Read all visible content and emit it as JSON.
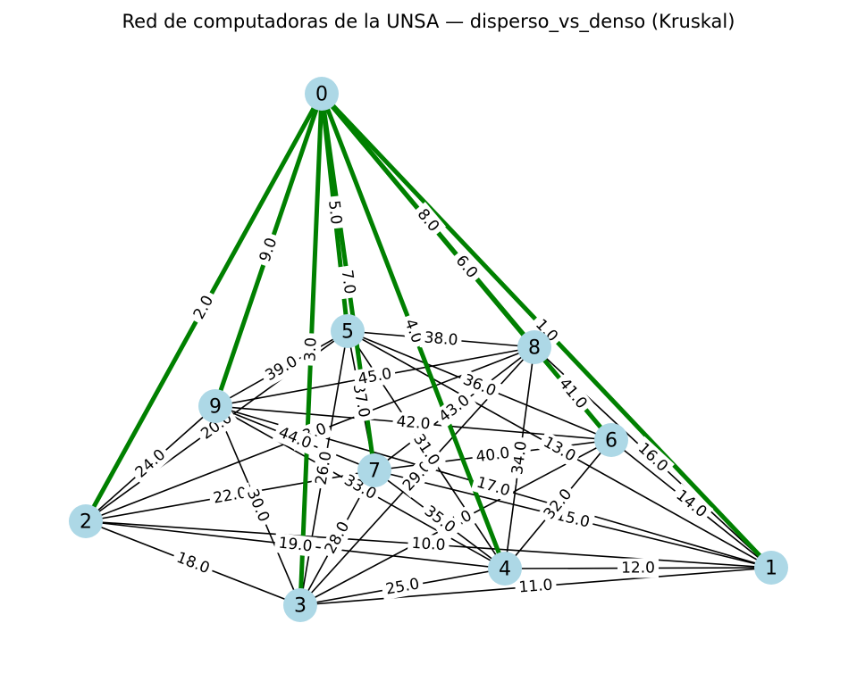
{
  "title": "Red de computadoras de la UNSA — disperso_vs_denso (Kruskal)",
  "colors": {
    "node_fill": "#add8e6",
    "edge": "#000000",
    "mst_edge": "#008000",
    "label_bg": "#ffffff"
  },
  "nodes": [
    {
      "id": "0"
    },
    {
      "id": "1"
    },
    {
      "id": "2"
    },
    {
      "id": "3"
    },
    {
      "id": "4"
    },
    {
      "id": "5"
    },
    {
      "id": "6"
    },
    {
      "id": "7"
    },
    {
      "id": "8"
    },
    {
      "id": "9"
    }
  ],
  "edges": [
    {
      "a": "0",
      "b": "1",
      "label": "1.0",
      "mst": true
    },
    {
      "a": "0",
      "b": "2",
      "label": "2.0",
      "mst": true
    },
    {
      "a": "0",
      "b": "3",
      "label": "3.0",
      "mst": true
    },
    {
      "a": "0",
      "b": "4",
      "label": "4.0",
      "mst": true
    },
    {
      "a": "0",
      "b": "5",
      "label": "5.0",
      "mst": true
    },
    {
      "a": "0",
      "b": "6",
      "label": "6.0",
      "mst": true
    },
    {
      "a": "0",
      "b": "7",
      "label": "7.0",
      "mst": true
    },
    {
      "a": "0",
      "b": "8",
      "label": "8.0",
      "mst": true
    },
    {
      "a": "0",
      "b": "9",
      "label": "9.0",
      "mst": true
    },
    {
      "a": "1",
      "b": "3",
      "label": "11.0",
      "mst": false
    },
    {
      "a": "1",
      "b": "4",
      "label": "12.0",
      "mst": false
    },
    {
      "a": "1",
      "b": "5",
      "label": "13.0",
      "mst": false
    },
    {
      "a": "1",
      "b": "6",
      "label": "14.0",
      "mst": false
    },
    {
      "a": "1",
      "b": "7",
      "label": "15.0",
      "mst": false
    },
    {
      "a": "1",
      "b": "8",
      "label": "16.0",
      "mst": false
    },
    {
      "a": "1",
      "b": "9",
      "label": "17.0",
      "mst": false
    },
    {
      "a": "2",
      "b": "3",
      "label": "18.0",
      "mst": false
    },
    {
      "a": "2",
      "b": "4",
      "label": "19.0",
      "mst": false
    },
    {
      "a": "2",
      "b": "5",
      "label": "20.0",
      "mst": false
    },
    {
      "a": "2",
      "b": "7",
      "label": "22.0",
      "mst": false
    },
    {
      "a": "2",
      "b": "8",
      "label": "23.0",
      "mst": false
    },
    {
      "a": "2",
      "b": "9",
      "label": "24.0",
      "mst": false
    },
    {
      "a": "3",
      "b": "4",
      "label": "25.0",
      "mst": false
    },
    {
      "a": "3",
      "b": "5",
      "label": "26.0",
      "mst": false
    },
    {
      "a": "3",
      "b": "6",
      "label": "27.0",
      "mst": false
    },
    {
      "a": "3",
      "b": "7",
      "label": "28.0",
      "mst": false
    },
    {
      "a": "3",
      "b": "8",
      "label": "29.0",
      "mst": false
    },
    {
      "a": "3",
      "b": "9",
      "label": "30.0",
      "mst": false
    },
    {
      "a": "4",
      "b": "5",
      "label": "31.0",
      "mst": false
    },
    {
      "a": "4",
      "b": "6",
      "label": "32.0",
      "mst": false
    },
    {
      "a": "4",
      "b": "9",
      "label": "33.0",
      "mst": false
    },
    {
      "a": "4",
      "b": "8",
      "label": "34.0",
      "mst": false
    },
    {
      "a": "4",
      "b": "7",
      "label": "35.0",
      "mst": false
    },
    {
      "a": "5",
      "b": "6",
      "label": "36.0",
      "mst": false
    },
    {
      "a": "5",
      "b": "7",
      "label": "37.0",
      "mst": false
    },
    {
      "a": "5",
      "b": "8",
      "label": "38.0",
      "mst": false
    },
    {
      "a": "5",
      "b": "9",
      "label": "39.0",
      "mst": false
    },
    {
      "a": "6",
      "b": "7",
      "label": "40.0",
      "mst": false
    },
    {
      "a": "6",
      "b": "8",
      "label": "41.0",
      "mst": false
    },
    {
      "a": "6",
      "b": "9",
      "label": "42.0",
      "mst": false
    },
    {
      "a": "7",
      "b": "8",
      "label": "43.0",
      "mst": false
    },
    {
      "a": "7",
      "b": "9",
      "label": "44.0",
      "mst": false
    },
    {
      "a": "8",
      "b": "9",
      "label": "45.0",
      "mst": false
    },
    {
      "a": "2",
      "b": "1",
      "label": "10.0",
      "mst": false
    }
  ]
}
